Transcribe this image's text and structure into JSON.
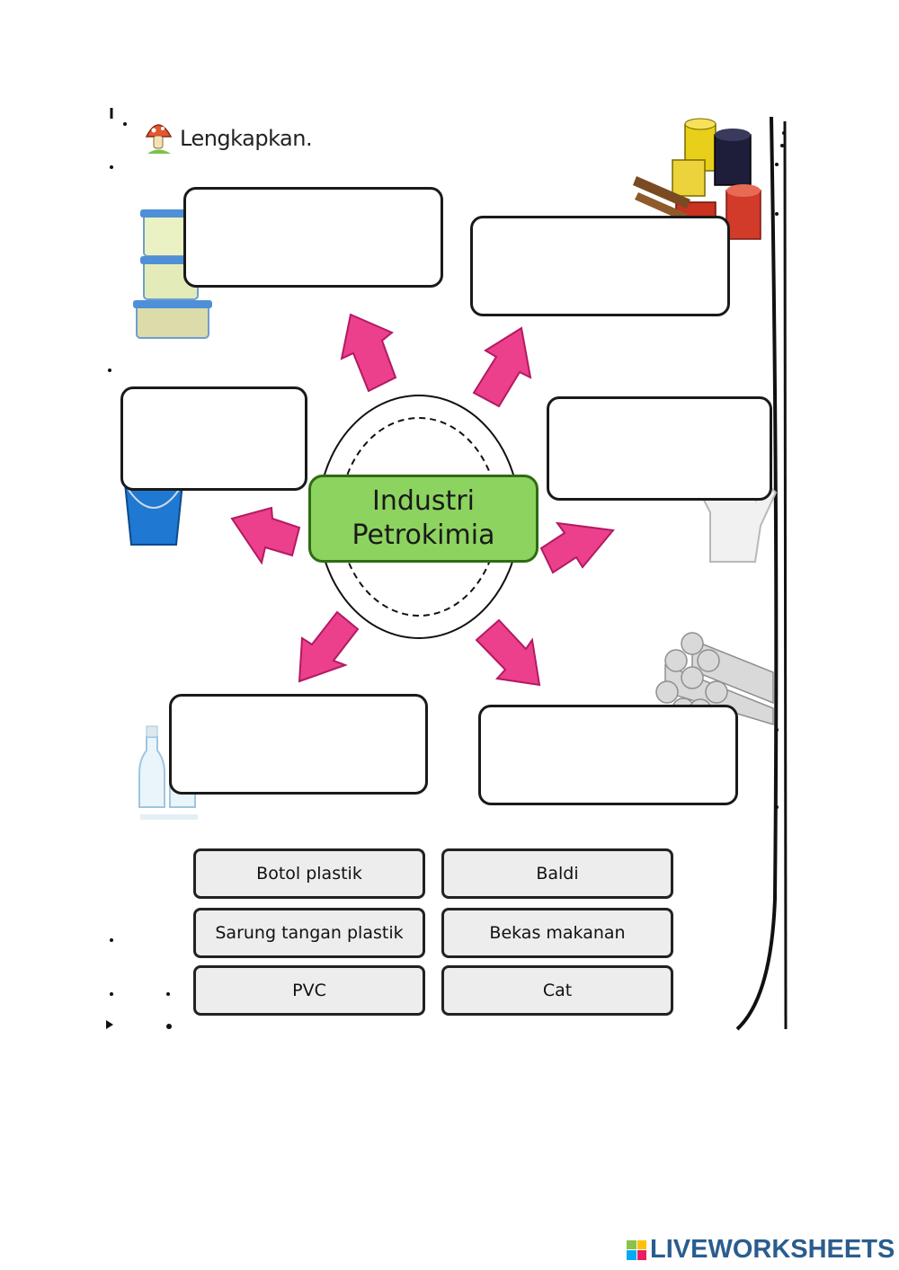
{
  "worksheet": {
    "instruction": "Lengkapkan.",
    "center": {
      "line1": "Industri",
      "line2": "Petrokimia"
    },
    "word_bank": [
      "Botol plastik",
      "Baldi",
      "Sarung tangan plastik",
      "Bekas makanan",
      "PVC",
      "Cat"
    ],
    "pictures": [
      "food-containers-icon",
      "paint-cans-icon",
      "bucket-icon",
      "plastic-glove-icon",
      "plastic-bottles-icon",
      "pvc-pipes-icon"
    ],
    "colors": {
      "arrow": "#ec3f8c",
      "center_fill": "#8dd35f",
      "center_border": "#2f6b14",
      "tile": "#ededed"
    }
  },
  "footer": {
    "brand": "LIVEWORKSHEETS"
  }
}
